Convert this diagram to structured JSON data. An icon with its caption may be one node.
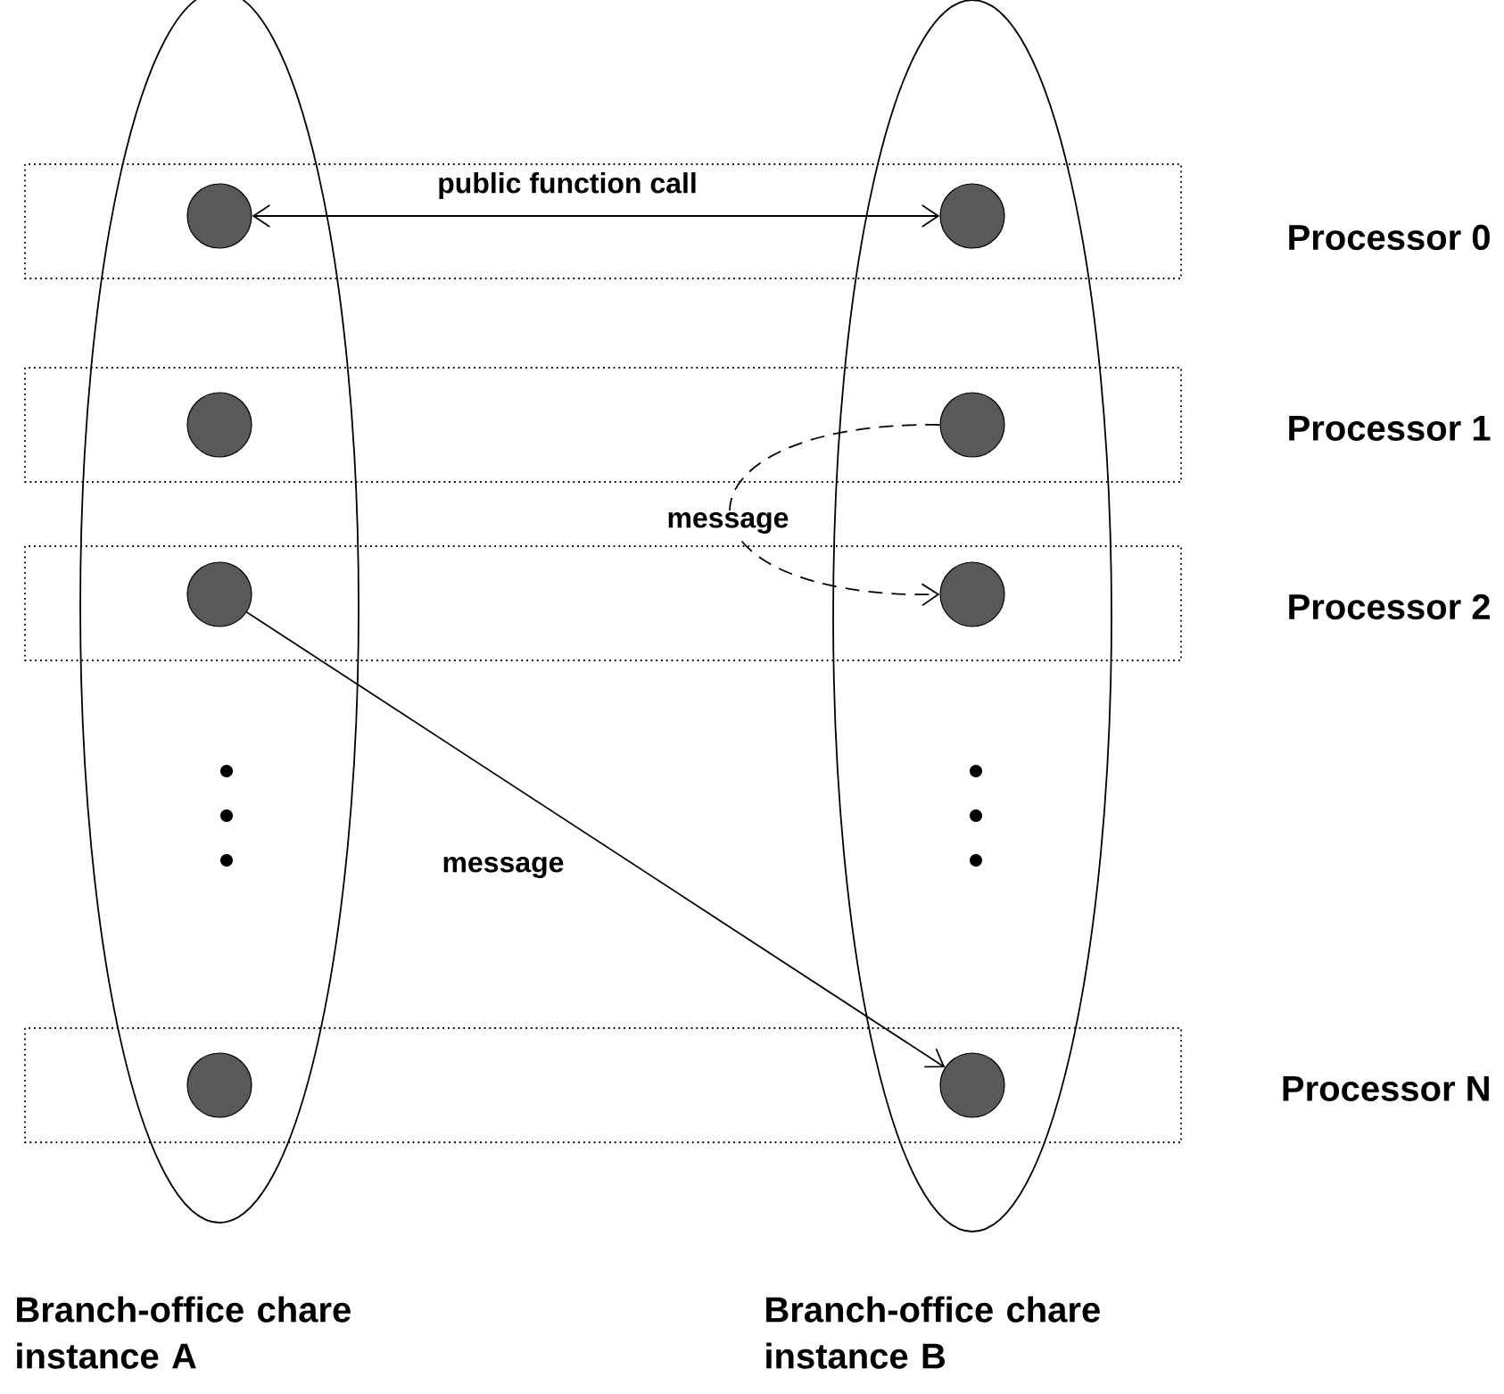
{
  "diagram": {
    "nodes": [
      {
        "text": [],
        "shape": "circle"
      },
      {
        "text": [],
        "shape": "circle"
      },
      {
        "text": [],
        "shape": "circle"
      },
      {
        "text": [],
        "shape": "circle"
      },
      {
        "text": [],
        "shape": "circle"
      },
      {
        "text": [],
        "shape": "circle"
      },
      {
        "text": [],
        "shape": "circle"
      },
      {
        "text": [],
        "shape": "circle"
      }
    ],
    "edges": [
      {
        "from": 0,
        "to": 1,
        "arrow": "both",
        "label": "public function call"
      },
      {
        "from": 3,
        "to": 5,
        "arrow": "to",
        "label": "message",
        "style": "dashed"
      },
      {
        "from": 4,
        "to": 7,
        "arrow": "to",
        "label": "message"
      }
    ],
    "labels": [
      "Processor 0",
      "Processor 1",
      "Processor 2",
      "Processor N",
      "Branch-office chare instance A",
      "Branch-office chare instance B"
    ]
  }
}
